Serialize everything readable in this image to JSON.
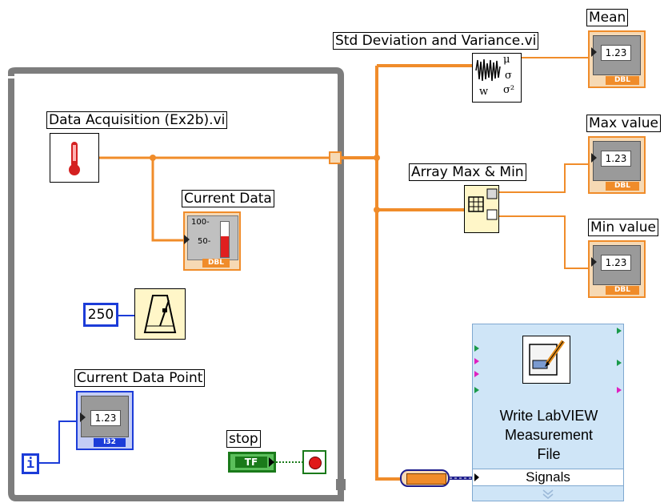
{
  "loop": {
    "iteration_label": "i"
  },
  "labels": {
    "data_acquisition": "Data Acquisition (Ex2b).vi",
    "current_data": "Current Data",
    "current_data_point": "Current Data Point",
    "stop": "stop",
    "std_dev": "Std Deviation and Variance.vi",
    "mean": "Mean",
    "array_max_min": "Array Max & Min",
    "max_value": "Max value",
    "min_value": "Min value"
  },
  "constants": {
    "wait_ms": "250"
  },
  "indicators": {
    "mean_value": "1.23",
    "max_value": "1.23",
    "min_value": "1.23",
    "current_point_value": "1.23",
    "dbl_type": "DBL",
    "i32_type": "I32"
  },
  "thermometer": {
    "tick_100": "100-",
    "tick_50": "50-",
    "type": "DBL"
  },
  "stop_button": {
    "tf": "TF"
  },
  "std_dev_node": {
    "mu": "μ",
    "sigma": "σ",
    "sigma2": "σ²",
    "w": "w"
  },
  "write_file": {
    "title_line1": "Write LabVIEW",
    "title_line2": "Measurement",
    "title_line3": "File",
    "signals_label": "Signals"
  },
  "colors": {
    "wire_orange": "#f08c2a",
    "loop_border": "#7d7d7d",
    "int_blue": "#1c3cd8",
    "bool_green": "#1a7a1a",
    "express_blue": "#cfe5f7"
  }
}
